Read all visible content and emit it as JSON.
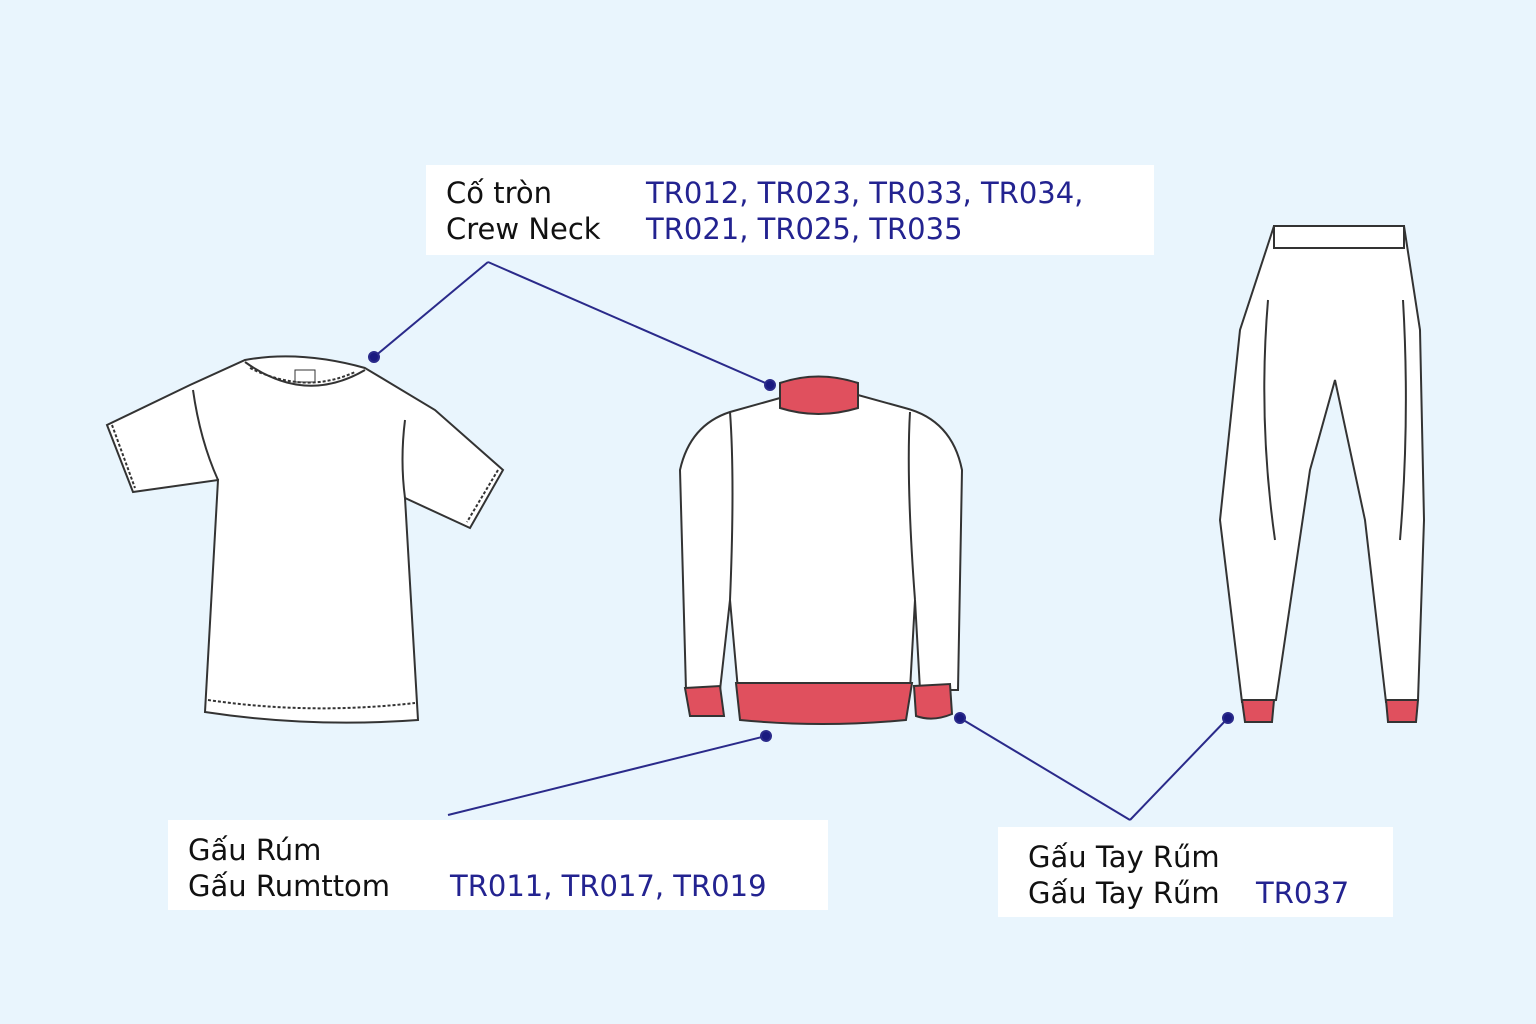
{
  "crew_neck": {
    "label_vi": "Cố tròn",
    "label_en": "Crew Neck",
    "codes_line1": "TR012, TR023, TR033, TR034,",
    "codes_line2": "TR021, TR025, TR035"
  },
  "bottom_rib": {
    "label_1": "Gấu Rúm",
    "label_2": "Gấu Rumttom",
    "codes": "TR011, TR017, TR019"
  },
  "cuff_rib": {
    "label_1": "Gấu Tay Rűm",
    "label_2": "Gấu Tay Rűm",
    "codes": "TR037"
  },
  "colors": {
    "background": "#e9f5fd",
    "rib": "#e0505e",
    "code_text": "#232390",
    "leader": "#2a2a8a"
  }
}
